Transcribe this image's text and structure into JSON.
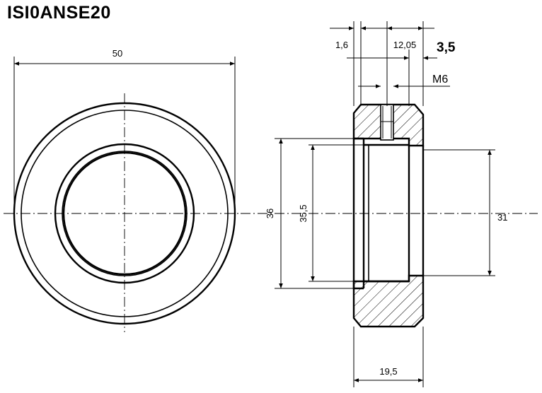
{
  "title": "ISI0ANSE20",
  "dimensions": {
    "outer_diameter": "50",
    "thickness_1": "1,6",
    "thickness_2": "12,05",
    "thickness_3": "3,5",
    "thread": "M6",
    "diameter_36": "36",
    "diameter_35_5": "35,5",
    "diameter_31": "31",
    "width": "19,5"
  }
}
